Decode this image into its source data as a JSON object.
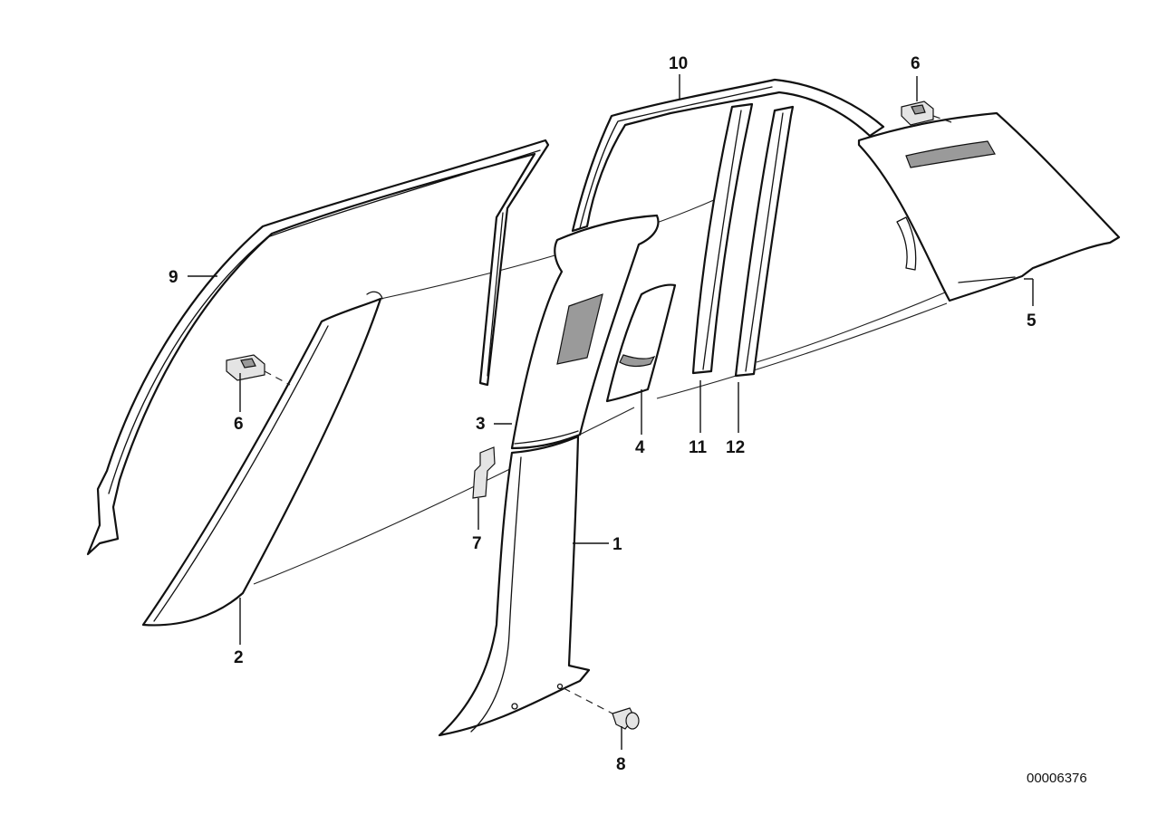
{
  "callouts": [
    {
      "id": "c1",
      "text": "1"
    },
    {
      "id": "c2",
      "text": "2"
    },
    {
      "id": "c3",
      "text": "3"
    },
    {
      "id": "c4",
      "text": "4"
    },
    {
      "id": "c5",
      "text": "5"
    },
    {
      "id": "c6a",
      "text": "6"
    },
    {
      "id": "c6b",
      "text": "6"
    },
    {
      "id": "c7",
      "text": "7"
    },
    {
      "id": "c8",
      "text": "8"
    },
    {
      "id": "c9",
      "text": "9"
    },
    {
      "id": "c10",
      "text": "10"
    },
    {
      "id": "c11",
      "text": "11"
    },
    {
      "id": "c12",
      "text": "12"
    }
  ],
  "document_number": "00006376"
}
